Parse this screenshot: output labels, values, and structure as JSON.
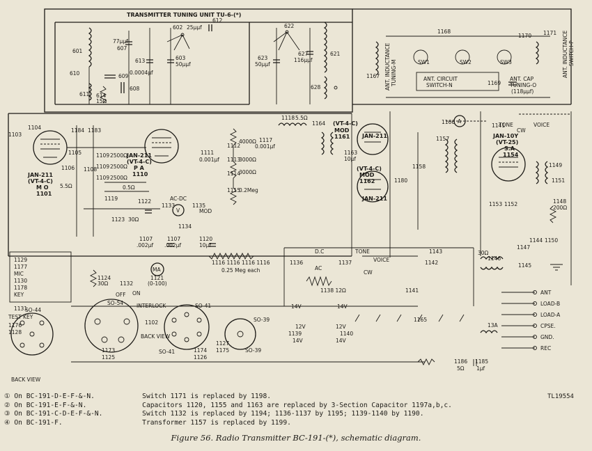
{
  "title": "TRANSMITTER TUNING UNIT TU-6-(*)",
  "figure_id": "TL19554",
  "caption": "Figure 56. Radio Transmitter BC-191-(*), schematic diagram.",
  "tubes": [
    {
      "type": "JAN-211",
      "alt": "(VT-4-C)",
      "role": "M O",
      "ref": "1101"
    },
    {
      "type": "JAN-211",
      "alt": "(VT-4-C)",
      "role": "P A",
      "ref": "1110"
    },
    {
      "type": "(VT-4-C)",
      "role": "MOD",
      "ref": "1161",
      "base": "JAN-211"
    },
    {
      "type": "(VT-4-C)",
      "role": "MOD",
      "ref": "1162",
      "base": "JAN-211"
    },
    {
      "type": "JAN-10Y",
      "alt": "(VT-25)",
      "role": "S.A",
      "ref": "1154"
    }
  ],
  "tuning_unit_labels": {
    "c602": "602",
    "c602v": "25μμf",
    "c612": "612",
    "c622": "622",
    "c601": "601",
    "c607": "607",
    "c607v": "77μμf",
    "c613": "613",
    "c603": "603",
    "c603v": "50μμf",
    "c623": "623",
    "c623v": "50μμf",
    "c627": "627",
    "c627v": "116μμf",
    "c621": "621",
    "c610": "610",
    "c609": "609",
    "c609v": "0.0004μf",
    "c608": "608",
    "c611": "611",
    "c614": "614",
    "c614v": "15Ω",
    "c628": "628"
  },
  "antenna_labels": {
    "l1167": "1167",
    "l1167t": "ANT. INDUCTANCE",
    "l1167t2": "TUNING-M",
    "sw1": "SW1",
    "sw2": "SW2",
    "sw3": "SW3",
    "l1168": "1168",
    "l1170": "1170",
    "l1171": "1171",
    "antsw": "ANT. INDUCTANCE",
    "antsw2": "SWITCH-P",
    "circ1": "ANT. CIRCUIT",
    "circ2": "SWITCH-N",
    "cap1": "ANT. CAP",
    "cap2": "TUNING-O",
    "cap3": "(118μμf)",
    "l1169": "1169"
  },
  "rf_labels": {
    "r1103": "1103",
    "r1104": "1104",
    "r1105": "1105",
    "r1106": "1106",
    "r1106v": "5.5Ω",
    "r1184": "1184",
    "r1183": "1183",
    "r1108": "1108",
    "r1109a": "1109",
    "r1109av": "2500Ω",
    "r1109b": "1109",
    "r1109bv": "2500Ω",
    "r1109c": "1109",
    "r1109cv": "2500Ω",
    "r1119": "1119",
    "r1119v": "0.5Ω",
    "r1111": "1111",
    "r1111v": "0.001μf",
    "r1112": "1112",
    "r1112v": "4000Ω",
    "r1113": "1113",
    "r1113v": "3000Ω",
    "r1114": "1114",
    "r1114v": "3000Ω",
    "r1115": "1115",
    "r1115v": "0.2Meg",
    "r1118": "1118",
    "r1118v": "5.5Ω",
    "r1117": "1117",
    "r1117v": "0.001μf",
    "r1164": "1164",
    "r1163": "1163",
    "r1163v": "10μf",
    "r1166": "1166",
    "r1157": "1157",
    "r1158": "1158",
    "r1180": "1180"
  },
  "af_labels": {
    "t1141": "1141",
    "tone": "TONE",
    "cw": "CW",
    "voice": "VOICE",
    "t1149": "1149",
    "t1151": "1151",
    "t1148": "1148",
    "t1148v": "200Ω",
    "t1153": "1153",
    "t1152": "1152",
    "t1147": "1147",
    "t1144": "1144",
    "t1150": "1150",
    "t1145": "1145",
    "t1146": "1146",
    "t1146v": "30Ω",
    "acdc": "AC-DC",
    "t1133": "1133",
    "t1135": "1135",
    "mod": "MOD",
    "t1134": "1134",
    "t1122": "1122",
    "t1123": "1123",
    "t1123v": "30Ω",
    "t1107a": "1107",
    "t1107av": ".002μf",
    "t1107b": "1107",
    "t1107bv": ".002μf",
    "t1120": "1120",
    "t1120v": "10μf",
    "t1116": "1116 1116 1116 1116",
    "t1116v": "0.25 Meg each",
    "t1121": "1121",
    "t1121v": "(0-100)",
    "ma": "MA",
    "t1124": "1124",
    "t1124v": "30Ω",
    "t1132": "1132",
    "off": "OFF",
    "on": "ON",
    "t1136": "1136",
    "t1137": "1137",
    "dc": "D.C",
    "ac": "AC",
    "t1138": "1138 12Ω",
    "v14a": "14V",
    "v14b": "14V",
    "t1139": "1139",
    "t1140": "1140",
    "v12a": "12V",
    "v12b": "12V",
    "v14c": "14V",
    "v14d": "14V",
    "t1142": "1142",
    "t1143": "1143"
  },
  "plug_labels": {
    "mic": "MIC",
    "key": "KEY",
    "testkey": "TEST KEY",
    "p1129": "1129",
    "p1177": "1177",
    "p1130": "1130",
    "p1178": "1178",
    "p1131": "1131",
    "p1176": "1176",
    "p1128": "1128",
    "so44": "SO-44",
    "so54": "SO-54",
    "so41": "SO-41",
    "so41b": "SO-41",
    "so39": "SO-39",
    "so39b": "SO-39",
    "interlock": "INTERLOCK",
    "backview": "BACK VIEW",
    "backview2": "BACK VIEW",
    "p1102": "1102",
    "p1173": "1173",
    "p1125": "1125",
    "p1174": "1174",
    "p1126": "1126",
    "p1127": "1127",
    "p1175": "1175",
    "p1165": "1165",
    "p1186": "1186",
    "p1186v": "5Ω",
    "p1185": "1185",
    "p1185v": "1μf",
    "p13a": "13A"
  },
  "terminals": [
    "ANT",
    "LOAD-B",
    "LOAD-A",
    "CPSE.",
    "GND.",
    "REC"
  ],
  "footnotes": [
    {
      "num": "①",
      "on": "On BC-191-D-E-F-&-N.",
      "text": "Switch 1171 is replaced by 1198."
    },
    {
      "num": "②",
      "on": "On BC-191-E-F-&-N.",
      "text": "Capacitors 1120, 1155 and 1163 are replaced by 3-Section Capacitor 1197a,b,c."
    },
    {
      "num": "③",
      "on": "On BC-191-C-D-E-F-&-N.",
      "text": "Switch 1132 is replaced by 1194; 1136-1137 by 1195; 1139-1140 by 1190."
    },
    {
      "num": "④",
      "on": "On BC-191-F.",
      "text": "Transformer 1157 is replaced by 1199."
    }
  ]
}
